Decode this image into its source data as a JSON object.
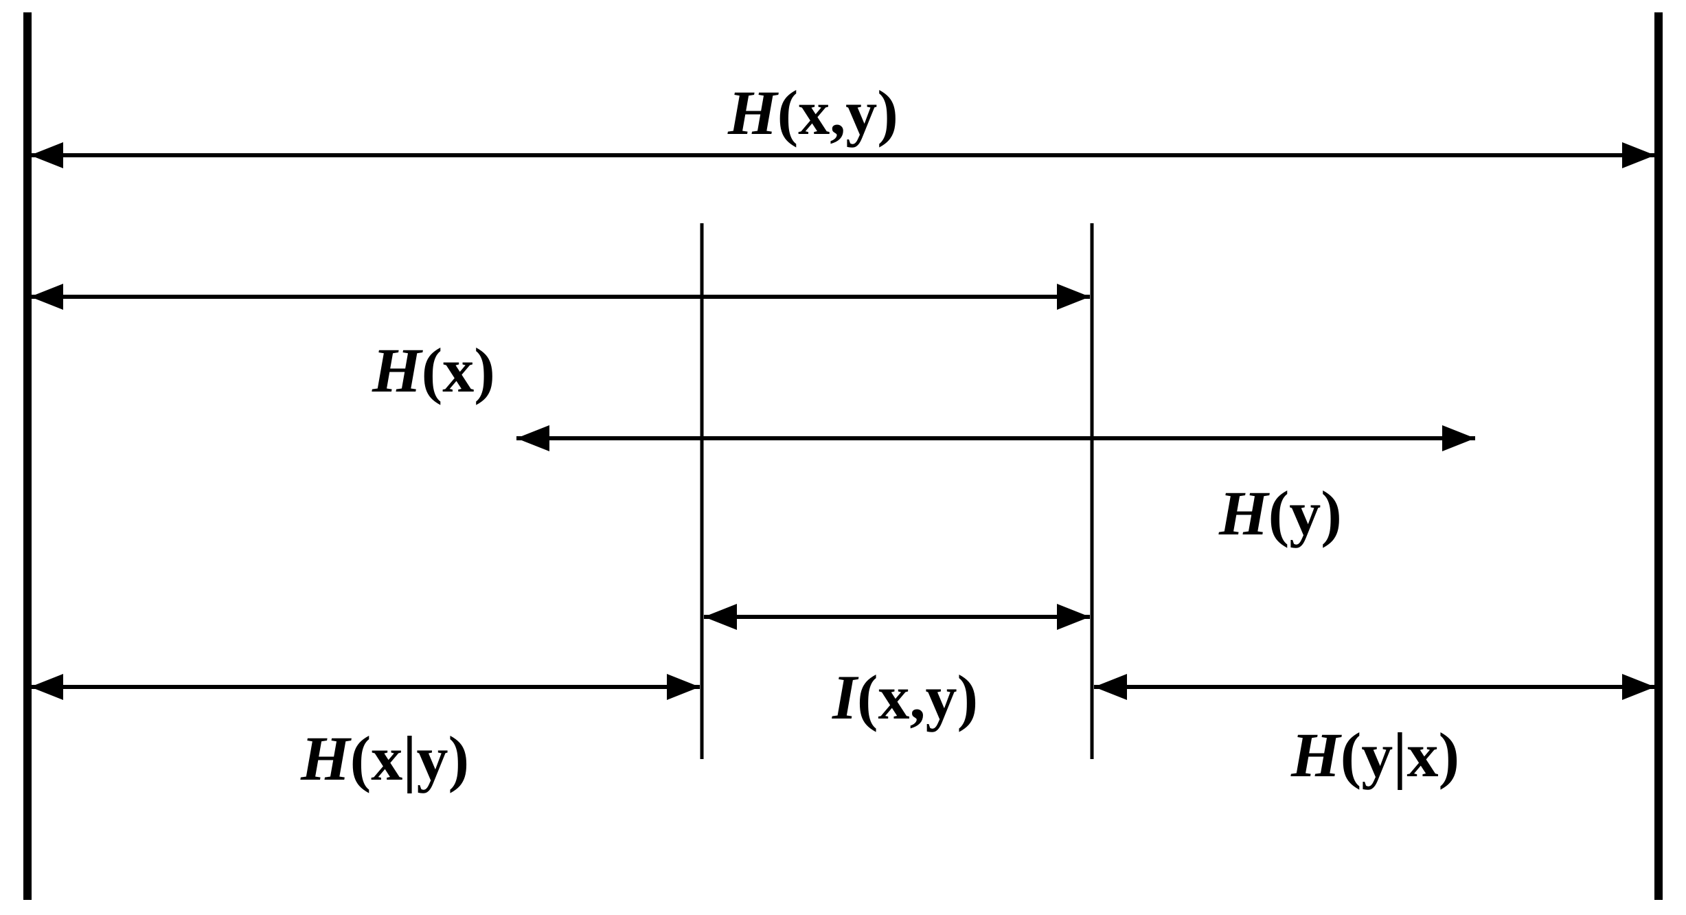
{
  "diagram": {
    "labels": {
      "joint_entropy": {
        "symbol": "H",
        "args": "(x,y)"
      },
      "entropy_x": {
        "symbol": "H",
        "args": "(x)"
      },
      "entropy_y": {
        "symbol": "H",
        "args": "(y)"
      },
      "mutual_information": {
        "symbol": "I",
        "args": "(x,y)"
      },
      "conditional_x_given_y": {
        "symbol": "H",
        "args": "(x|y)"
      },
      "conditional_y_given_x": {
        "symbol": "H",
        "args": "(y|x)"
      }
    },
    "colors": {
      "line": "#000000",
      "background": "#ffffff"
    }
  }
}
